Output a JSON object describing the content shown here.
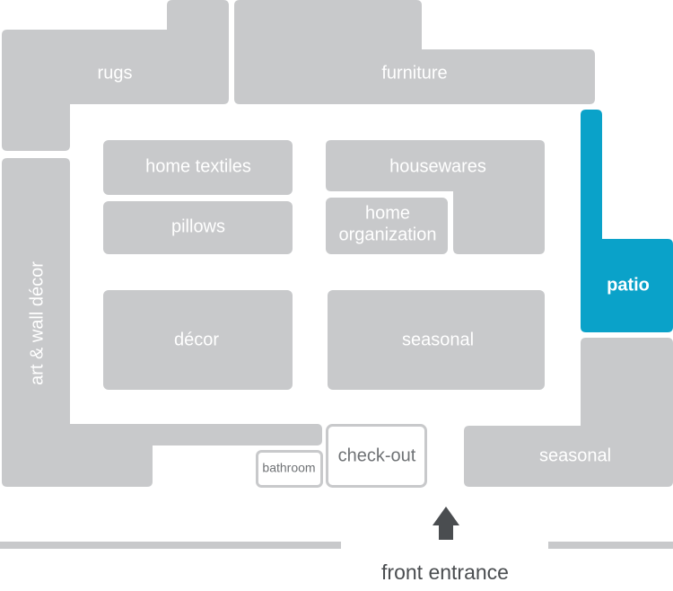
{
  "departments": {
    "rugs": "rugs",
    "furniture": "furniture",
    "art_wall_decor": "art & wall décor",
    "home_textiles": "home textiles",
    "pillows": "pillows",
    "housewares": "housewares",
    "home_organization_line1": "home",
    "home_organization_line2": "organization",
    "decor": "décor",
    "seasonal_center": "seasonal",
    "patio": "patio",
    "seasonal_right": "seasonal",
    "bathroom": "bathroom",
    "checkout": "check-out"
  },
  "entrance": {
    "label": "front entrance"
  },
  "colors": {
    "department": "#c8c9cb",
    "highlight": "#0aa2c9",
    "outline": "#c8c9cb",
    "wall": "#c8c9cb",
    "arrow": "#4a4d50"
  },
  "highlighted_department": "patio",
  "icons": {
    "entrance_arrow": "up-arrow-icon"
  }
}
